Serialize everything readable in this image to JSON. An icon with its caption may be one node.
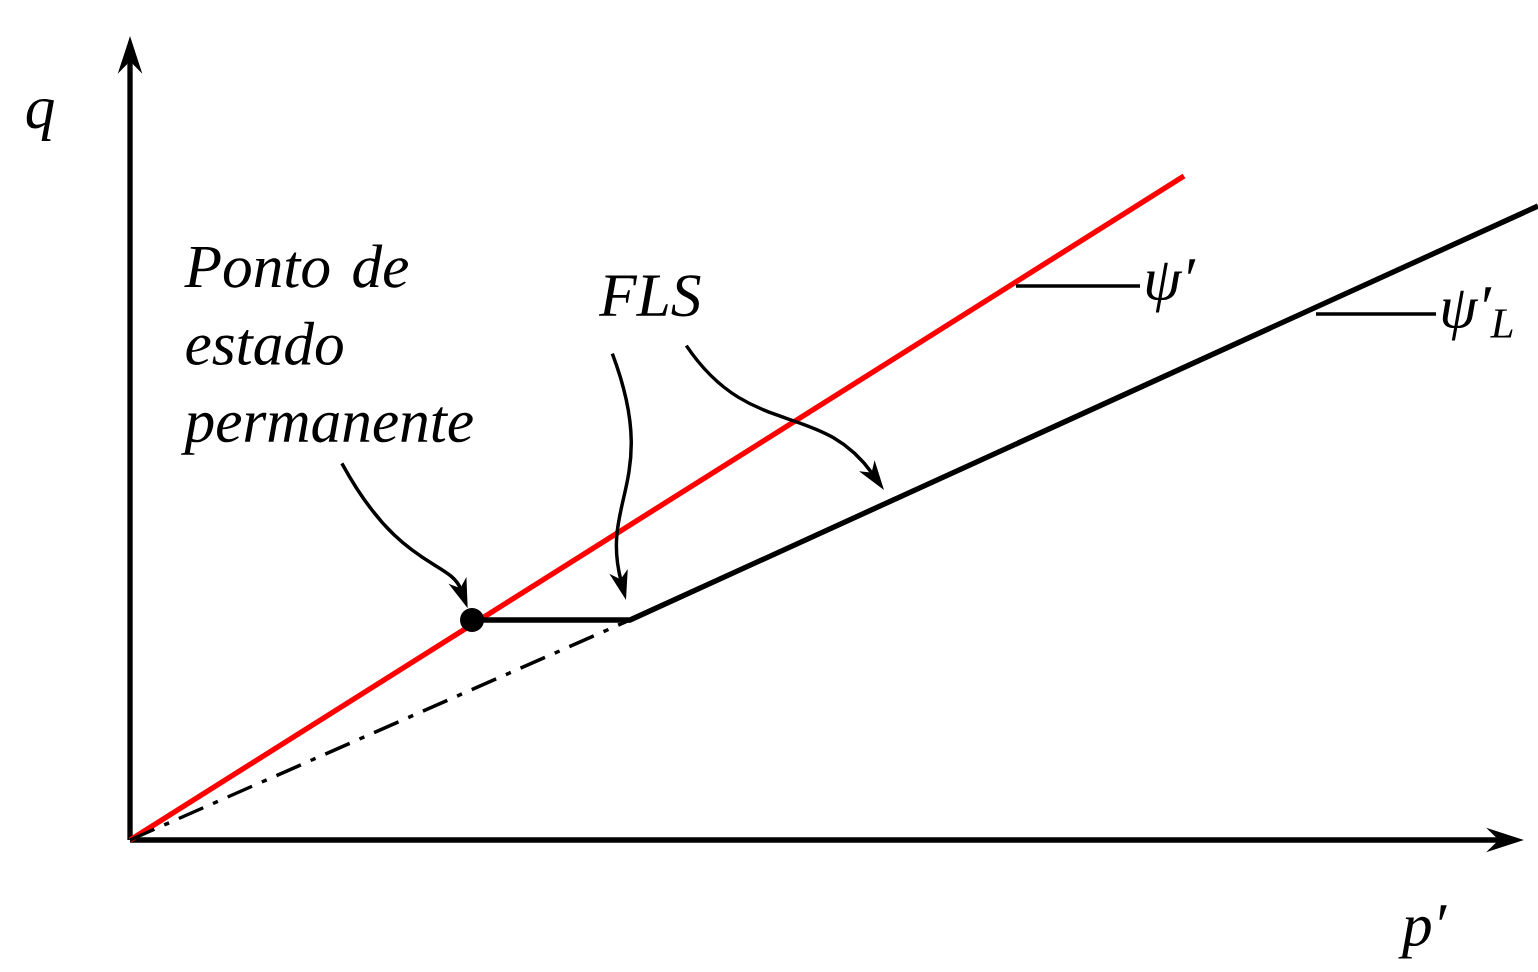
{
  "diagram": {
    "nodes": [
      {
        "text": [
          "Ponto de estado permanente"
        ]
      },
      {
        "text": [],
        "shape": "circle"
      },
      {
        "text": [
          "FLS"
        ]
      },
      {
        "text": [
          "ψ′"
        ]
      },
      {
        "text": [
          "ψ′$_{L}$"
        ]
      }
    ],
    "edges": [
      {
        "from": 0,
        "to": 1,
        "arrow": "to"
      },
      {
        "from": 2,
        "to": null,
        "arrow": "to"
      },
      {
        "from": 2,
        "to": null,
        "arrow": "to"
      },
      {
        "from": 3,
        "to": null,
        "arrow": "none"
      },
      {
        "from": 4,
        "to": null,
        "arrow": "none"
      }
    ],
    "labels": [
      "q",
      "p′"
    ]
  }
}
